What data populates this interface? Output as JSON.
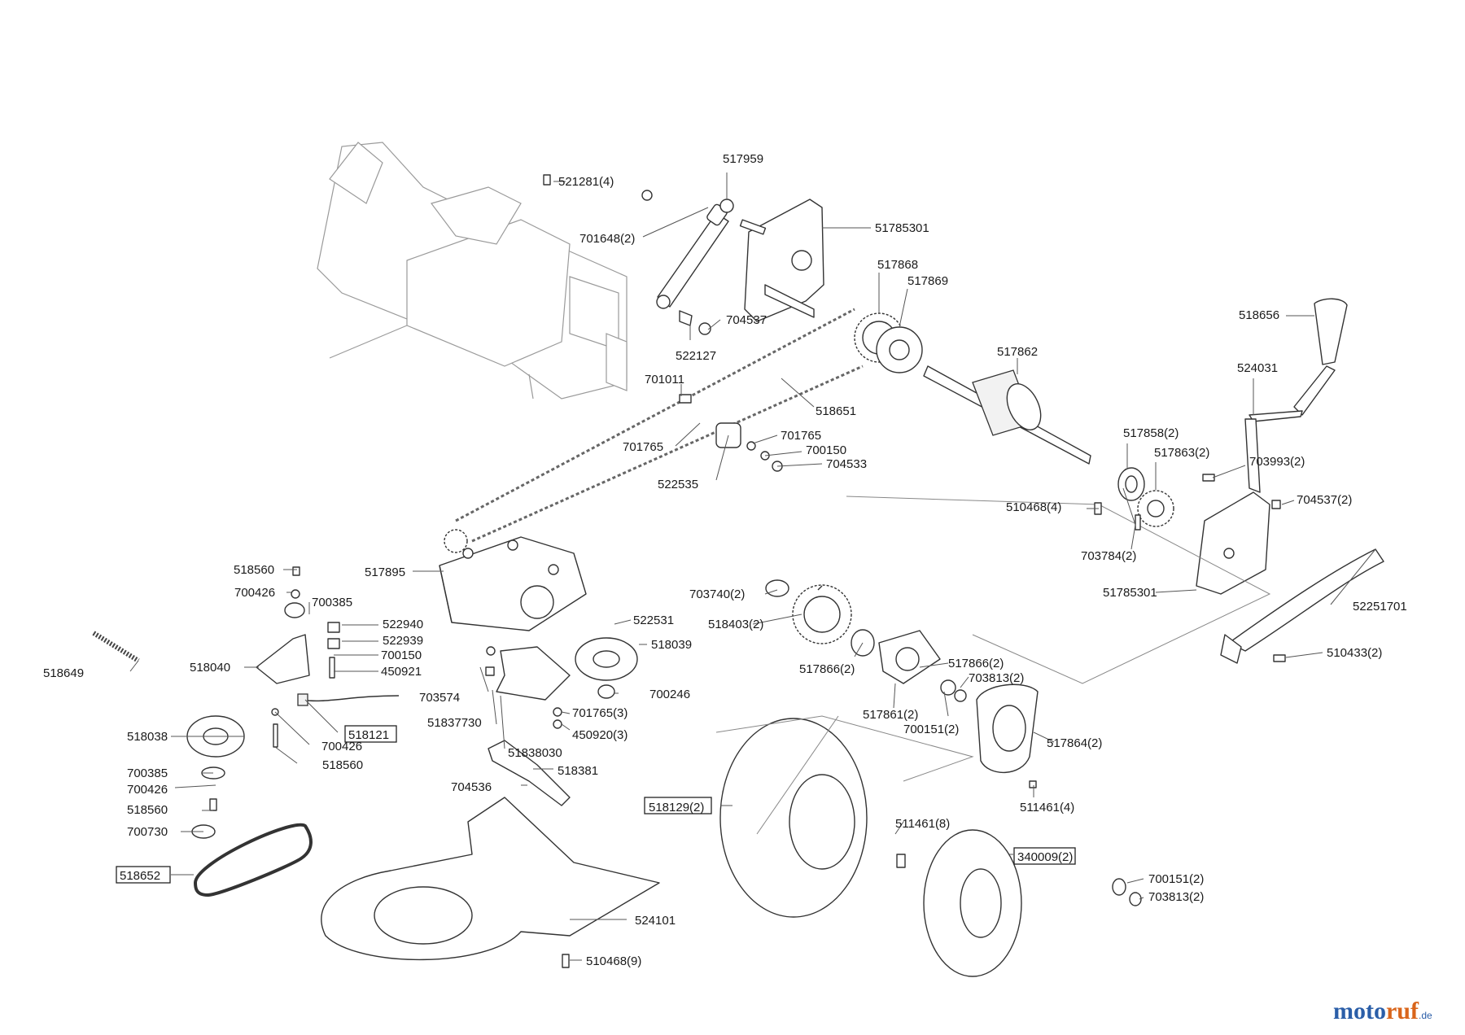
{
  "labels": [
    {
      "id": "521281",
      "text": "521281(4)",
      "boxed": false
    },
    {
      "id": "517959",
      "text": "517959",
      "boxed": false
    },
    {
      "id": "51785301a",
      "text": "51785301",
      "boxed": false
    },
    {
      "id": "701648",
      "text": "701648(2)",
      "boxed": false
    },
    {
      "id": "517868",
      "text": "517868",
      "boxed": false
    },
    {
      "id": "517869",
      "text": "517869",
      "boxed": false
    },
    {
      "id": "704537",
      "text": "704537",
      "boxed": false
    },
    {
      "id": "522127",
      "text": "522127",
      "boxed": false
    },
    {
      "id": "518656",
      "text": "518656",
      "boxed": false
    },
    {
      "id": "517862",
      "text": "517862",
      "boxed": false
    },
    {
      "id": "524031",
      "text": "524031",
      "boxed": false
    },
    {
      "id": "701011",
      "text": "701011",
      "boxed": false
    },
    {
      "id": "518651",
      "text": "518651",
      "boxed": false
    },
    {
      "id": "701765a",
      "text": "701765",
      "boxed": false
    },
    {
      "id": "701765b",
      "text": "701765",
      "boxed": false
    },
    {
      "id": "700150a",
      "text": "700150",
      "boxed": false
    },
    {
      "id": "704533",
      "text": "704533",
      "boxed": false
    },
    {
      "id": "517858",
      "text": "517858(2)",
      "boxed": false
    },
    {
      "id": "517863",
      "text": "517863(2)",
      "boxed": false
    },
    {
      "id": "703993",
      "text": "703993(2)",
      "boxed": false
    },
    {
      "id": "522535",
      "text": "522535",
      "boxed": false
    },
    {
      "id": "510468a",
      "text": "510468(4)",
      "boxed": false
    },
    {
      "id": "704537b",
      "text": "704537(2)",
      "boxed": false
    },
    {
      "id": "703784",
      "text": "703784(2)",
      "boxed": false
    },
    {
      "id": "518560a",
      "text": "518560",
      "boxed": false
    },
    {
      "id": "517895",
      "text": "517895",
      "boxed": false
    },
    {
      "id": "51785301b",
      "text": "51785301",
      "boxed": false
    },
    {
      "id": "700426a",
      "text": "700426",
      "boxed": false
    },
    {
      "id": "700385a",
      "text": "700385",
      "boxed": false
    },
    {
      "id": "703740",
      "text": "703740(2)",
      "boxed": false
    },
    {
      "id": "522940",
      "text": "522940",
      "boxed": false
    },
    {
      "id": "522531",
      "text": "522531",
      "boxed": false
    },
    {
      "id": "522939",
      "text": "522939",
      "boxed": false
    },
    {
      "id": "518403",
      "text": "518403(2)",
      "boxed": false
    },
    {
      "id": "52251701",
      "text": "52251701",
      "boxed": false
    },
    {
      "id": "700150b",
      "text": "700150",
      "boxed": false
    },
    {
      "id": "518039",
      "text": "518039",
      "boxed": false
    },
    {
      "id": "518040",
      "text": "518040",
      "boxed": false
    },
    {
      "id": "450921",
      "text": "450921",
      "boxed": false
    },
    {
      "id": "518649",
      "text": "518649",
      "boxed": false
    },
    {
      "id": "510433",
      "text": "510433(2)",
      "boxed": false
    },
    {
      "id": "517866a",
      "text": "517866(2)",
      "boxed": false
    },
    {
      "id": "517866b",
      "text": "517866(2)",
      "boxed": false
    },
    {
      "id": "703574",
      "text": "703574",
      "boxed": false
    },
    {
      "id": "700246",
      "text": "700246",
      "boxed": false
    },
    {
      "id": "703813a",
      "text": "703813(2)",
      "boxed": false
    },
    {
      "id": "518121",
      "text": "518121",
      "boxed": true
    },
    {
      "id": "701765c",
      "text": "701765(3)",
      "boxed": false
    },
    {
      "id": "518837730",
      "text": "51837730",
      "boxed": false
    },
    {
      "id": "517861",
      "text": "517861(2)",
      "boxed": false
    },
    {
      "id": "518038",
      "text": "518038",
      "boxed": false
    },
    {
      "id": "450920",
      "text": "450920(3)",
      "boxed": false
    },
    {
      "id": "700151a",
      "text": "700151(2)",
      "boxed": false
    },
    {
      "id": "700426b",
      "text": "700426",
      "boxed": false
    },
    {
      "id": "517864",
      "text": "517864(2)",
      "boxed": false
    },
    {
      "id": "518838030",
      "text": "51838030",
      "boxed": false
    },
    {
      "id": "518560b",
      "text": "518560",
      "boxed": false
    },
    {
      "id": "700385b",
      "text": "700385",
      "boxed": false
    },
    {
      "id": "518381",
      "text": "518381",
      "boxed": false
    },
    {
      "id": "700426c",
      "text": "700426",
      "boxed": false
    },
    {
      "id": "704536",
      "text": "704536",
      "boxed": false
    },
    {
      "id": "511461a",
      "text": "511461(4)",
      "boxed": false
    },
    {
      "id": "518560c",
      "text": "518560",
      "boxed": false
    },
    {
      "id": "518129",
      "text": "518129(2)",
      "boxed": true
    },
    {
      "id": "511461b",
      "text": "511461(8)",
      "boxed": false
    },
    {
      "id": "700730",
      "text": "700730",
      "boxed": false
    },
    {
      "id": "340009",
      "text": "340009(2)",
      "boxed": true
    },
    {
      "id": "518652",
      "text": "518652",
      "boxed": true
    },
    {
      "id": "700151b",
      "text": "700151(2)",
      "boxed": false
    },
    {
      "id": "524101",
      "text": "524101",
      "boxed": false
    },
    {
      "id": "703813b",
      "text": "703813(2)",
      "boxed": false
    },
    {
      "id": "510468b",
      "text": "510468(9)",
      "boxed": false
    }
  ],
  "watermark": {
    "part1": "moto",
    "part2": "ruf",
    "suffix": ".de"
  },
  "colors": {
    "ink": "#1a1a1a",
    "watermark_blue": "#2a5ea8",
    "watermark_orange": "#d9651b"
  }
}
